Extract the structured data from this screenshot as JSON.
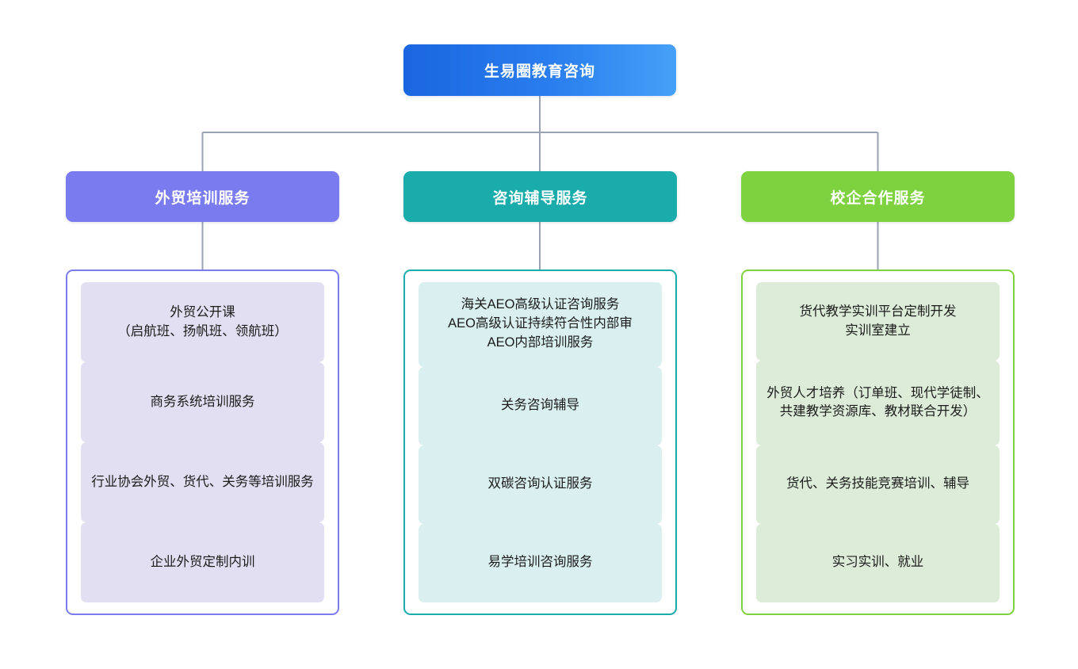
{
  "root": {
    "label": "生易圈教育咨询",
    "gradient_from": "#1a66e0",
    "gradient_to": "#45a1f7"
  },
  "connector_color": "#98a2b3",
  "columns": [
    {
      "id": "foreign-trade-training",
      "header": "外贸培训服务",
      "header_color": "#7b7bf0",
      "border_color": "#7b7bf0",
      "item_fill": "#e2dff2",
      "items": [
        {
          "text": "外贸公开课\n（启航班、扬帆班、领航班）",
          "lines": 2
        },
        {
          "text": "商务系统培训服务",
          "lines": 1
        },
        {
          "text": "行业协会外贸、货代、关务等培训服务",
          "lines": 2
        },
        {
          "text": "企业外贸定制内训",
          "lines": 1
        }
      ]
    },
    {
      "id": "consulting-tutoring",
      "header": "咨询辅导服务",
      "header_color": "#1aabab",
      "border_color": "#1aabab",
      "item_fill": "#daeff0",
      "items": [
        {
          "text": "海关AEO高级认证咨询服务\nAEO高级认证持续符合性内部审\nAEO内部培训服务",
          "lines": 3
        },
        {
          "text": "关务咨询辅导",
          "lines": 1
        },
        {
          "text": "双碳咨询认证服务",
          "lines": 1
        },
        {
          "text": "易学培训咨询服务",
          "lines": 1
        }
      ]
    },
    {
      "id": "school-enterprise-cooperation",
      "header": "校企合作服务",
      "header_color": "#7ed13f",
      "border_color": "#7ed13f",
      "item_fill": "#dcecd8",
      "items": [
        {
          "text": "货代教学实训平台定制开发\n实训室建立",
          "lines": 2
        },
        {
          "text": "外贸人才培养（订单班、现代学徒制、共建教学资源库、教材联合开发）",
          "lines": 3
        },
        {
          "text": "货代、关务技能竞赛培训、辅导",
          "lines": 1
        },
        {
          "text": "实习实训、就业",
          "lines": 1
        }
      ]
    }
  ]
}
